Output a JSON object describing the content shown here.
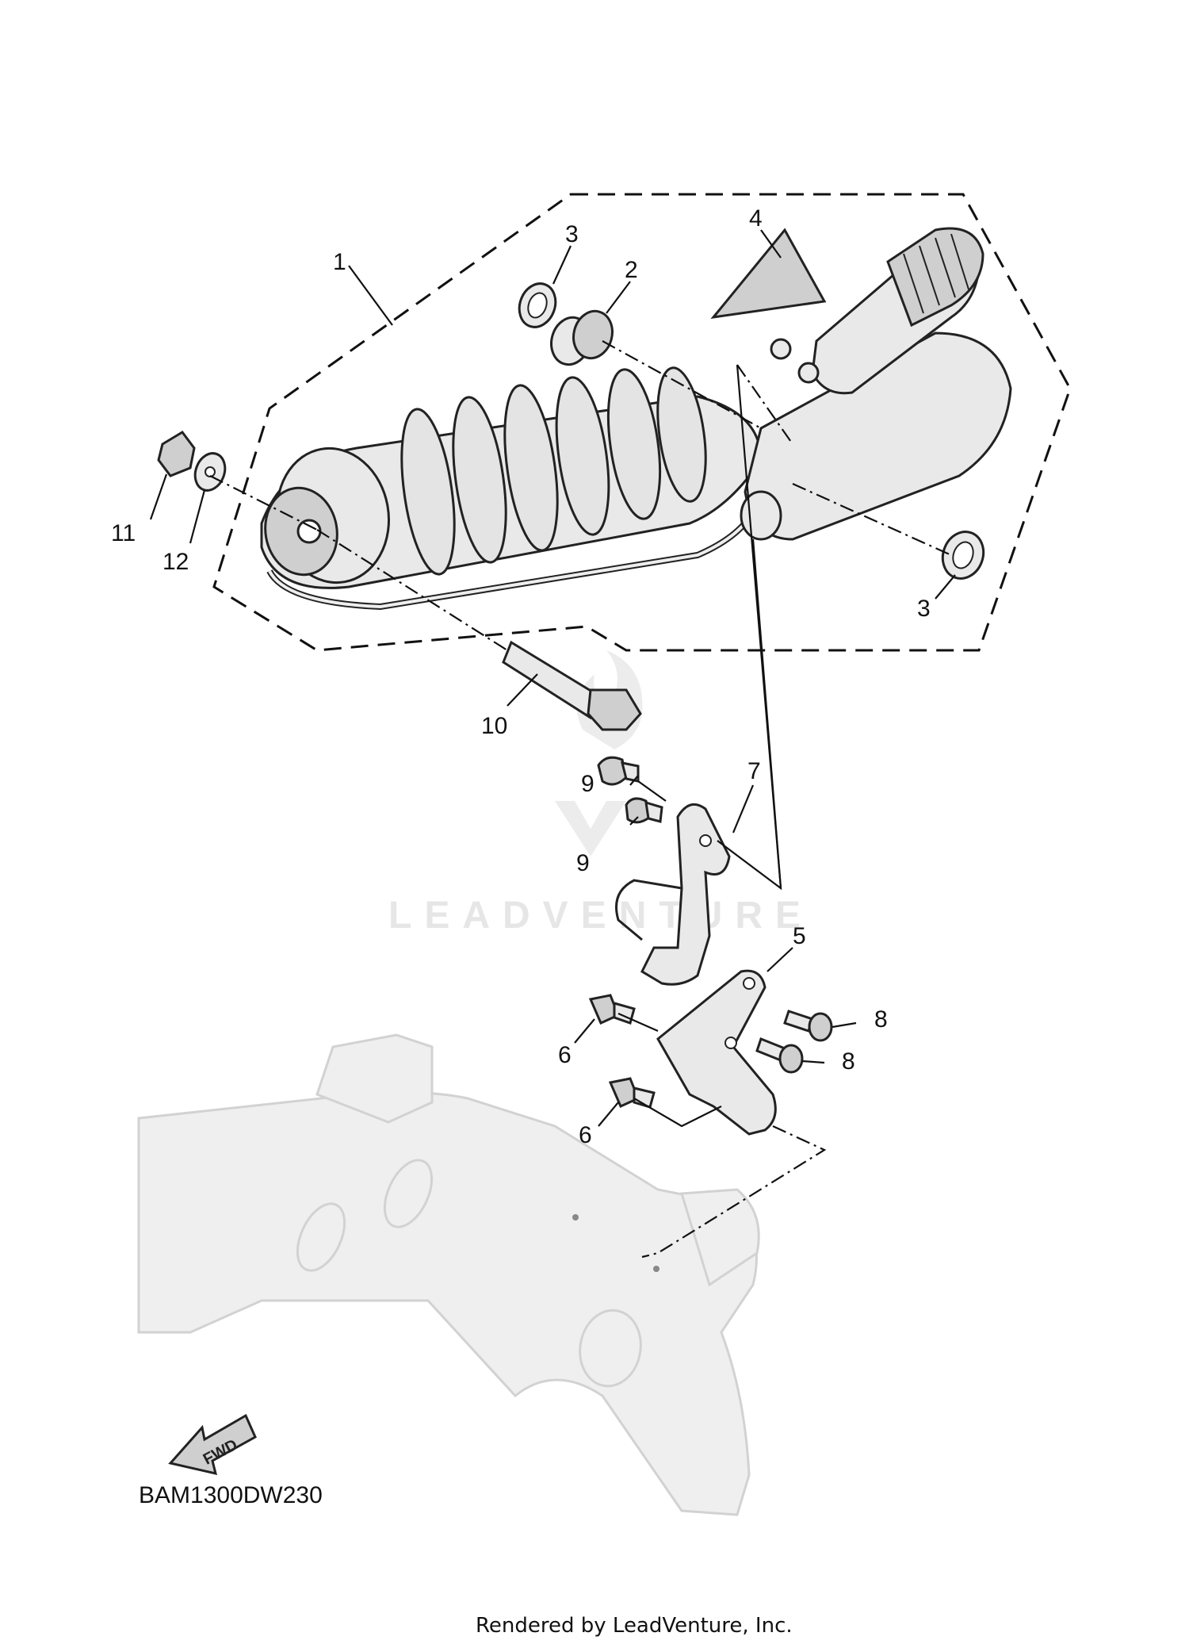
{
  "diagram_code": "BAM1300DW230",
  "footer_text": "Rendered by LeadVenture, Inc.",
  "watermark_text": "LEADVENTURE",
  "direction_label": "FWD",
  "callouts": {
    "c1": "1",
    "c2": "2",
    "c3a": "3",
    "c3b": "3",
    "c4": "4",
    "c5": "5",
    "c6a": "6",
    "c6b": "6",
    "c7": "7",
    "c8a": "8",
    "c8b": "8",
    "c9a": "9",
    "c9b": "9",
    "c10": "10",
    "c11": "11",
    "c12": "12"
  }
}
